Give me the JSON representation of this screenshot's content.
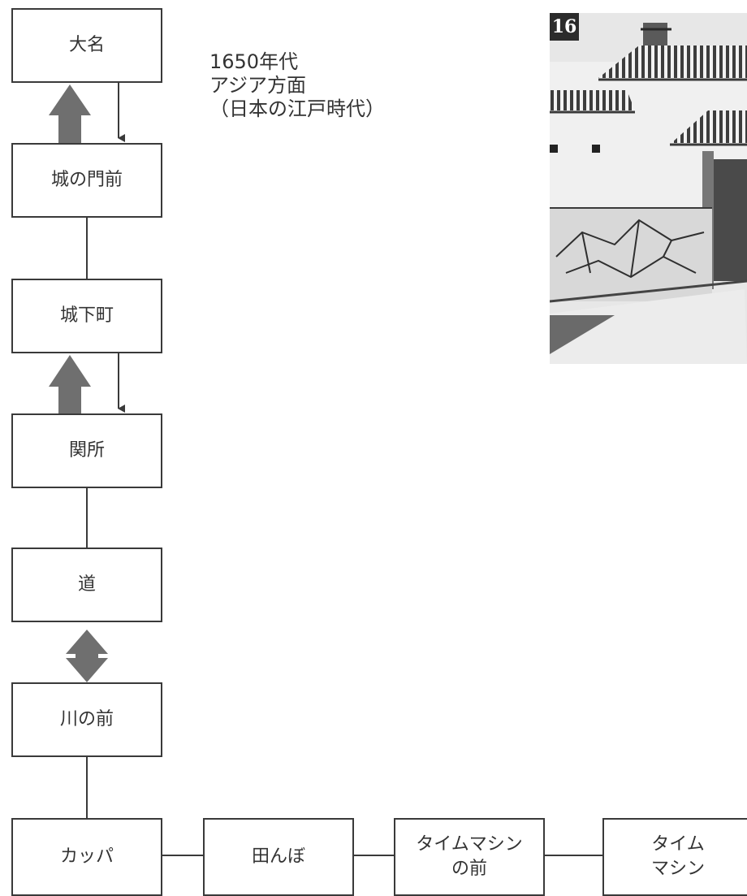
{
  "nodes": {
    "daimyo": "大名",
    "castle_gate": "城の門前",
    "castle_town": "城下町",
    "checkpoint": "関所",
    "road": "道",
    "riverfront": "川の前",
    "kappa": "カッパ",
    "ricefield": "田んぼ",
    "timemachine_front": "タイムマシン\nの前",
    "timemachine": "タイム\nマシン"
  },
  "era": {
    "line1": "1650年代",
    "line2": "アジア方面",
    "line3": "（日本の江戸時代）"
  },
  "scene": {
    "badge": "16"
  },
  "colors": {
    "box_border": "#3a3a3a",
    "arrow_fill": "#6f6f6f",
    "line": "#3a3a3a"
  }
}
